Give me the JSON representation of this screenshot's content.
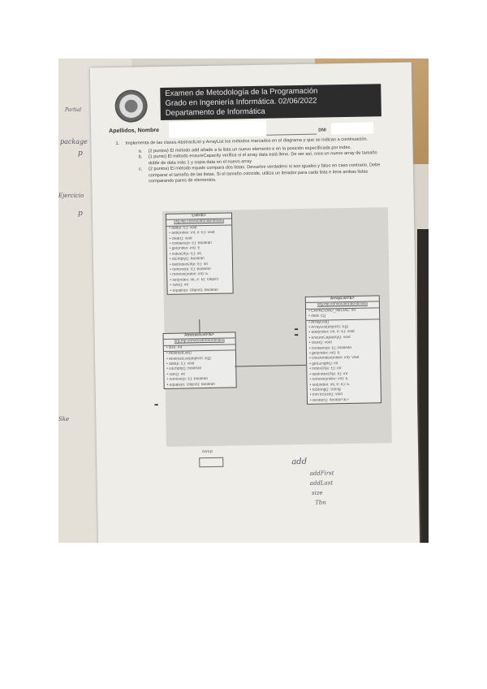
{
  "header": {
    "line1": "Examen de Metodología de la Programación",
    "line2": "Grado en Ingeniería Informática. 02/06/2022",
    "line3": "Departamento de Informática"
  },
  "student": {
    "name_label": "Apellidos, Nombre",
    "dni_label": "DNI"
  },
  "question": {
    "number": "1.",
    "intro": "Implementa de las clases AbstractList y ArrayList los métodos marcados en el diagrama y que se indican a continuación.",
    "items": [
      {
        "letter": "a.",
        "text": "(2 puntos) El método add añade a la lista un nuevo elemento e en la posición especificada por index."
      },
      {
        "letter": "b.",
        "text": "(1 punto) El método ensureCapacity verifica si el array data está lleno. De ser así, crea un nuevo array de tamaño doble de data más 1 y copia data en el nuevo array"
      },
      {
        "letter": "c.",
        "text": "(2 puntos) El método equals compara dos listas. Devuelve verdadero si son iguales y falso en caso contrario. Debe comparar el tamaño de las listas. Si el tamaño coincide, utiliza un iterador para cada lista e itera ambas listas comparando pares de elementos."
      }
    ]
  },
  "diagram": {
    "list": {
      "title": "List<E>",
      "package": "org.mp.convocatoriaordinaria",
      "methods": [
        "add(e: E): void",
        "add(index: int, e: E): void",
        "clear(): void",
        "contains(e: E): boolean",
        "get(index: int): E",
        "indexOf(e: E): int",
        "isEmpty(): boolean",
        "lastIndexOf(e: E): int",
        "remove(e: E): boolean",
        "remove(index: int): E",
        "set(index: int, e: E): Object",
        "size(): int",
        "equals(o: Object): boolean"
      ]
    },
    "abstract_list": {
      "title": "AbstractList<E>",
      "package": "org.mp.convocatoriaordinaria",
      "fields": [
        "size: int"
      ],
      "methods": [
        "AbstractList()",
        "AbstractList(objects: E[])",
        "add(e: E): void",
        "isEmpty(): boolean",
        "size(): int",
        "remove(e: E): boolean",
        "equals(o: Object): boolean"
      ]
    },
    "array_list": {
      "title": "ArrayList<E>",
      "package": "org.mp.convocatoriaordinaria",
      "fields": [
        "CAPACIDAD_INICIAL: int",
        "data: E[]"
      ],
      "methods": [
        "ArrayList()",
        "ArrayList(objects: E[])",
        "add(index: int, e: E): void",
        "ensureCapacity(): void",
        "clear(): void",
        "contains(e: E): boolean",
        "get(index: int): E",
        "checkIndex(index: int): void",
        "getLength(): int",
        "indexOf(e: E): int",
        "lastIndexOf(e: E): int",
        "remove(index: int): E",
        "set(index: int, e: E): E",
        "toString(): String",
        "trimToSize(): void",
        "iterator(): Iterator<E>"
      ]
    }
  },
  "handwriting": {
    "margin": [
      "Partial",
      "package",
      "p",
      "Ejercicio",
      "p",
      "Ske"
    ],
    "notes": [
      "temp",
      "add",
      "addFirst",
      "addLast",
      "size",
      "Tbn"
    ]
  }
}
